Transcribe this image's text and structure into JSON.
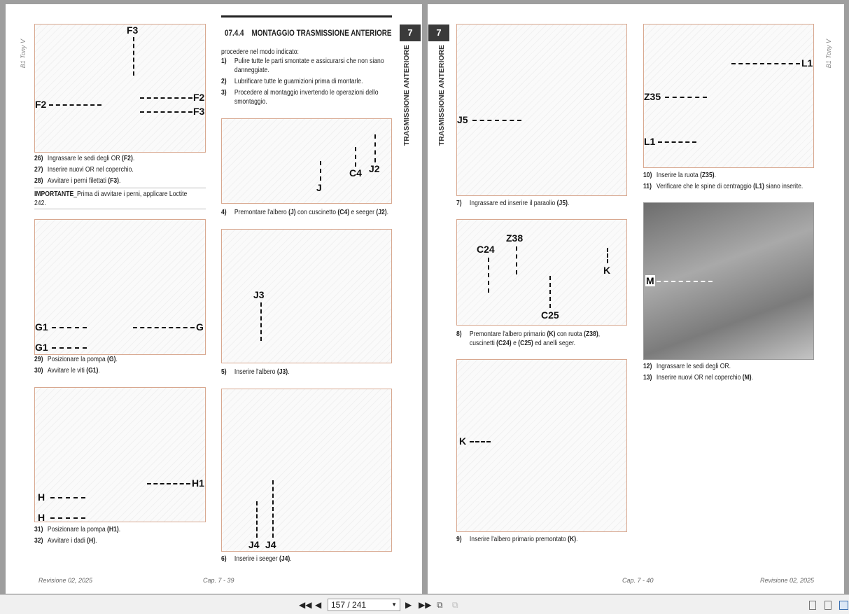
{
  "left_page": {
    "side_label": "B1 Tony V",
    "section_number": "07.4.4",
    "section_title": "MONTAGGIO TRASMISSIONE ANTERIORE",
    "intro": "procedere nel modo indicato:",
    "intro_steps": [
      {
        "n": "1)",
        "text": "Pulire tutte le parti smontate e assicurarsi che non siano",
        "text2": "danneggiate."
      },
      {
        "n": "2)",
        "text": "Lubrificare tutte le guarnizioni prima di montarle."
      },
      {
        "n": "3)",
        "text": "Procedere al montaggio invertendo le operazioni dello",
        "text2": "smontaggio."
      }
    ],
    "chapter_tab": "7",
    "chapter_title": "TRASMISSIONE ANTERIORE",
    "fig_f_labels": [
      "F3",
      "F2",
      "F2",
      "F3"
    ],
    "steps_f": [
      {
        "n": "26)",
        "text": "Ingrassare le sedi degli OR ",
        "ref": "(F2)",
        "end": "."
      },
      {
        "n": "27)",
        "text": "Inserire nuovi OR nel coperchio.",
        "ref": "",
        "end": ""
      },
      {
        "n": "28)",
        "text": "Avvitare i perni filettati ",
        "ref": "(F3)",
        "end": "."
      }
    ],
    "important_label": "IMPORTANTE",
    "important_text": "_Prima di avvitare i perni, applicare Loctite",
    "important_text2": "242.",
    "fig_g_labels": [
      "G1",
      "G",
      "G1"
    ],
    "steps_g": [
      {
        "n": "29)",
        "text": "Posizionare la pompa ",
        "ref": "(G)",
        "end": "."
      },
      {
        "n": "30)",
        "text": "Avvitare le viti ",
        "ref": "(G1)",
        "end": "."
      }
    ],
    "fig_h_labels": [
      "H1",
      "H",
      "H"
    ],
    "steps_h": [
      {
        "n": "31)",
        "text": "Posizionare la pompa ",
        "ref": "(H1)",
        "end": "."
      },
      {
        "n": "32)",
        "text": "Avvitare i dadi ",
        "ref": "(H)",
        "end": "."
      }
    ],
    "fig_j_labels": [
      "C4",
      "J2",
      "J"
    ],
    "step_4": {
      "n": "4)",
      "text": "Premontare l'albero ",
      "ref": "(J)",
      "mid": " con cuscinetto ",
      "ref2": "(C4)",
      "mid2": " e seeger ",
      "ref3": "(J2)",
      "end": "."
    },
    "fig_j3_labels": [
      "J3"
    ],
    "step_5": {
      "n": "5)",
      "text": "Inserire l'albero ",
      "ref": "(J3)",
      "end": "."
    },
    "fig_j4_labels": [
      "J4",
      "J4"
    ],
    "step_6": {
      "n": "6)",
      "text": "Inserire i seeger ",
      "ref": "(J4)",
      "end": "."
    },
    "footer_left": "Revisione 02, 2025",
    "footer_right": "Cap. 7 - 39"
  },
  "right_page": {
    "side_label": "B1 Tony V",
    "chapter_tab": "7",
    "chapter_title": "TRASMISSIONE ANTERIORE",
    "fig_j5_labels": [
      "J5"
    ],
    "step_7": {
      "n": "7)",
      "text": "Ingrassare ed inserire il paraolio ",
      "ref": "(J5)",
      "end": "."
    },
    "fig_k_labels": [
      "Z38",
      "C24",
      "K",
      "C25"
    ],
    "step_8": {
      "n": "8)",
      "text": "Premontare l'albero primario ",
      "ref": "(K)",
      "mid": " con ruota ",
      "ref2": "(Z38)",
      "end": ",",
      "line2": "cuscinetti ",
      "ref3": "(C24)",
      "mid3": " e ",
      "ref4": "(C25)",
      "end2": " ed anelli seger."
    },
    "fig_k2_labels": [
      "K"
    ],
    "step_9": {
      "n": "9)",
      "text": "Inserire l'albero primario premontato ",
      "ref": "(K)",
      "end": "."
    },
    "fig_l_labels": [
      "L1",
      "Z35",
      "L1"
    ],
    "steps_l": [
      {
        "n": "10)",
        "text": "Inserire la ruota ",
        "ref": "(Z35)",
        "end": "."
      },
      {
        "n": "11)",
        "text": "Verificare che le spine di centraggio ",
        "ref": "(L1)",
        "end": " siano inserite."
      }
    ],
    "fig_m_labels": [
      "M"
    ],
    "steps_m": [
      {
        "n": "12)",
        "text": "Ingrassare le sedi degli OR.",
        "ref": "",
        "end": ""
      },
      {
        "n": "13)",
        "text": "Inserire nuovi OR nel coperchio ",
        "ref": "(M)",
        "end": "."
      }
    ],
    "footer_left": "Cap. 7 - 40",
    "footer_right": "Revisione 02, 2025"
  },
  "toolbar": {
    "page_indicator": "157 / 241",
    "first_icon": "first-page-icon",
    "prev_icon": "prev-page-icon",
    "next_icon": "next-page-icon",
    "last_icon": "last-page-icon"
  }
}
